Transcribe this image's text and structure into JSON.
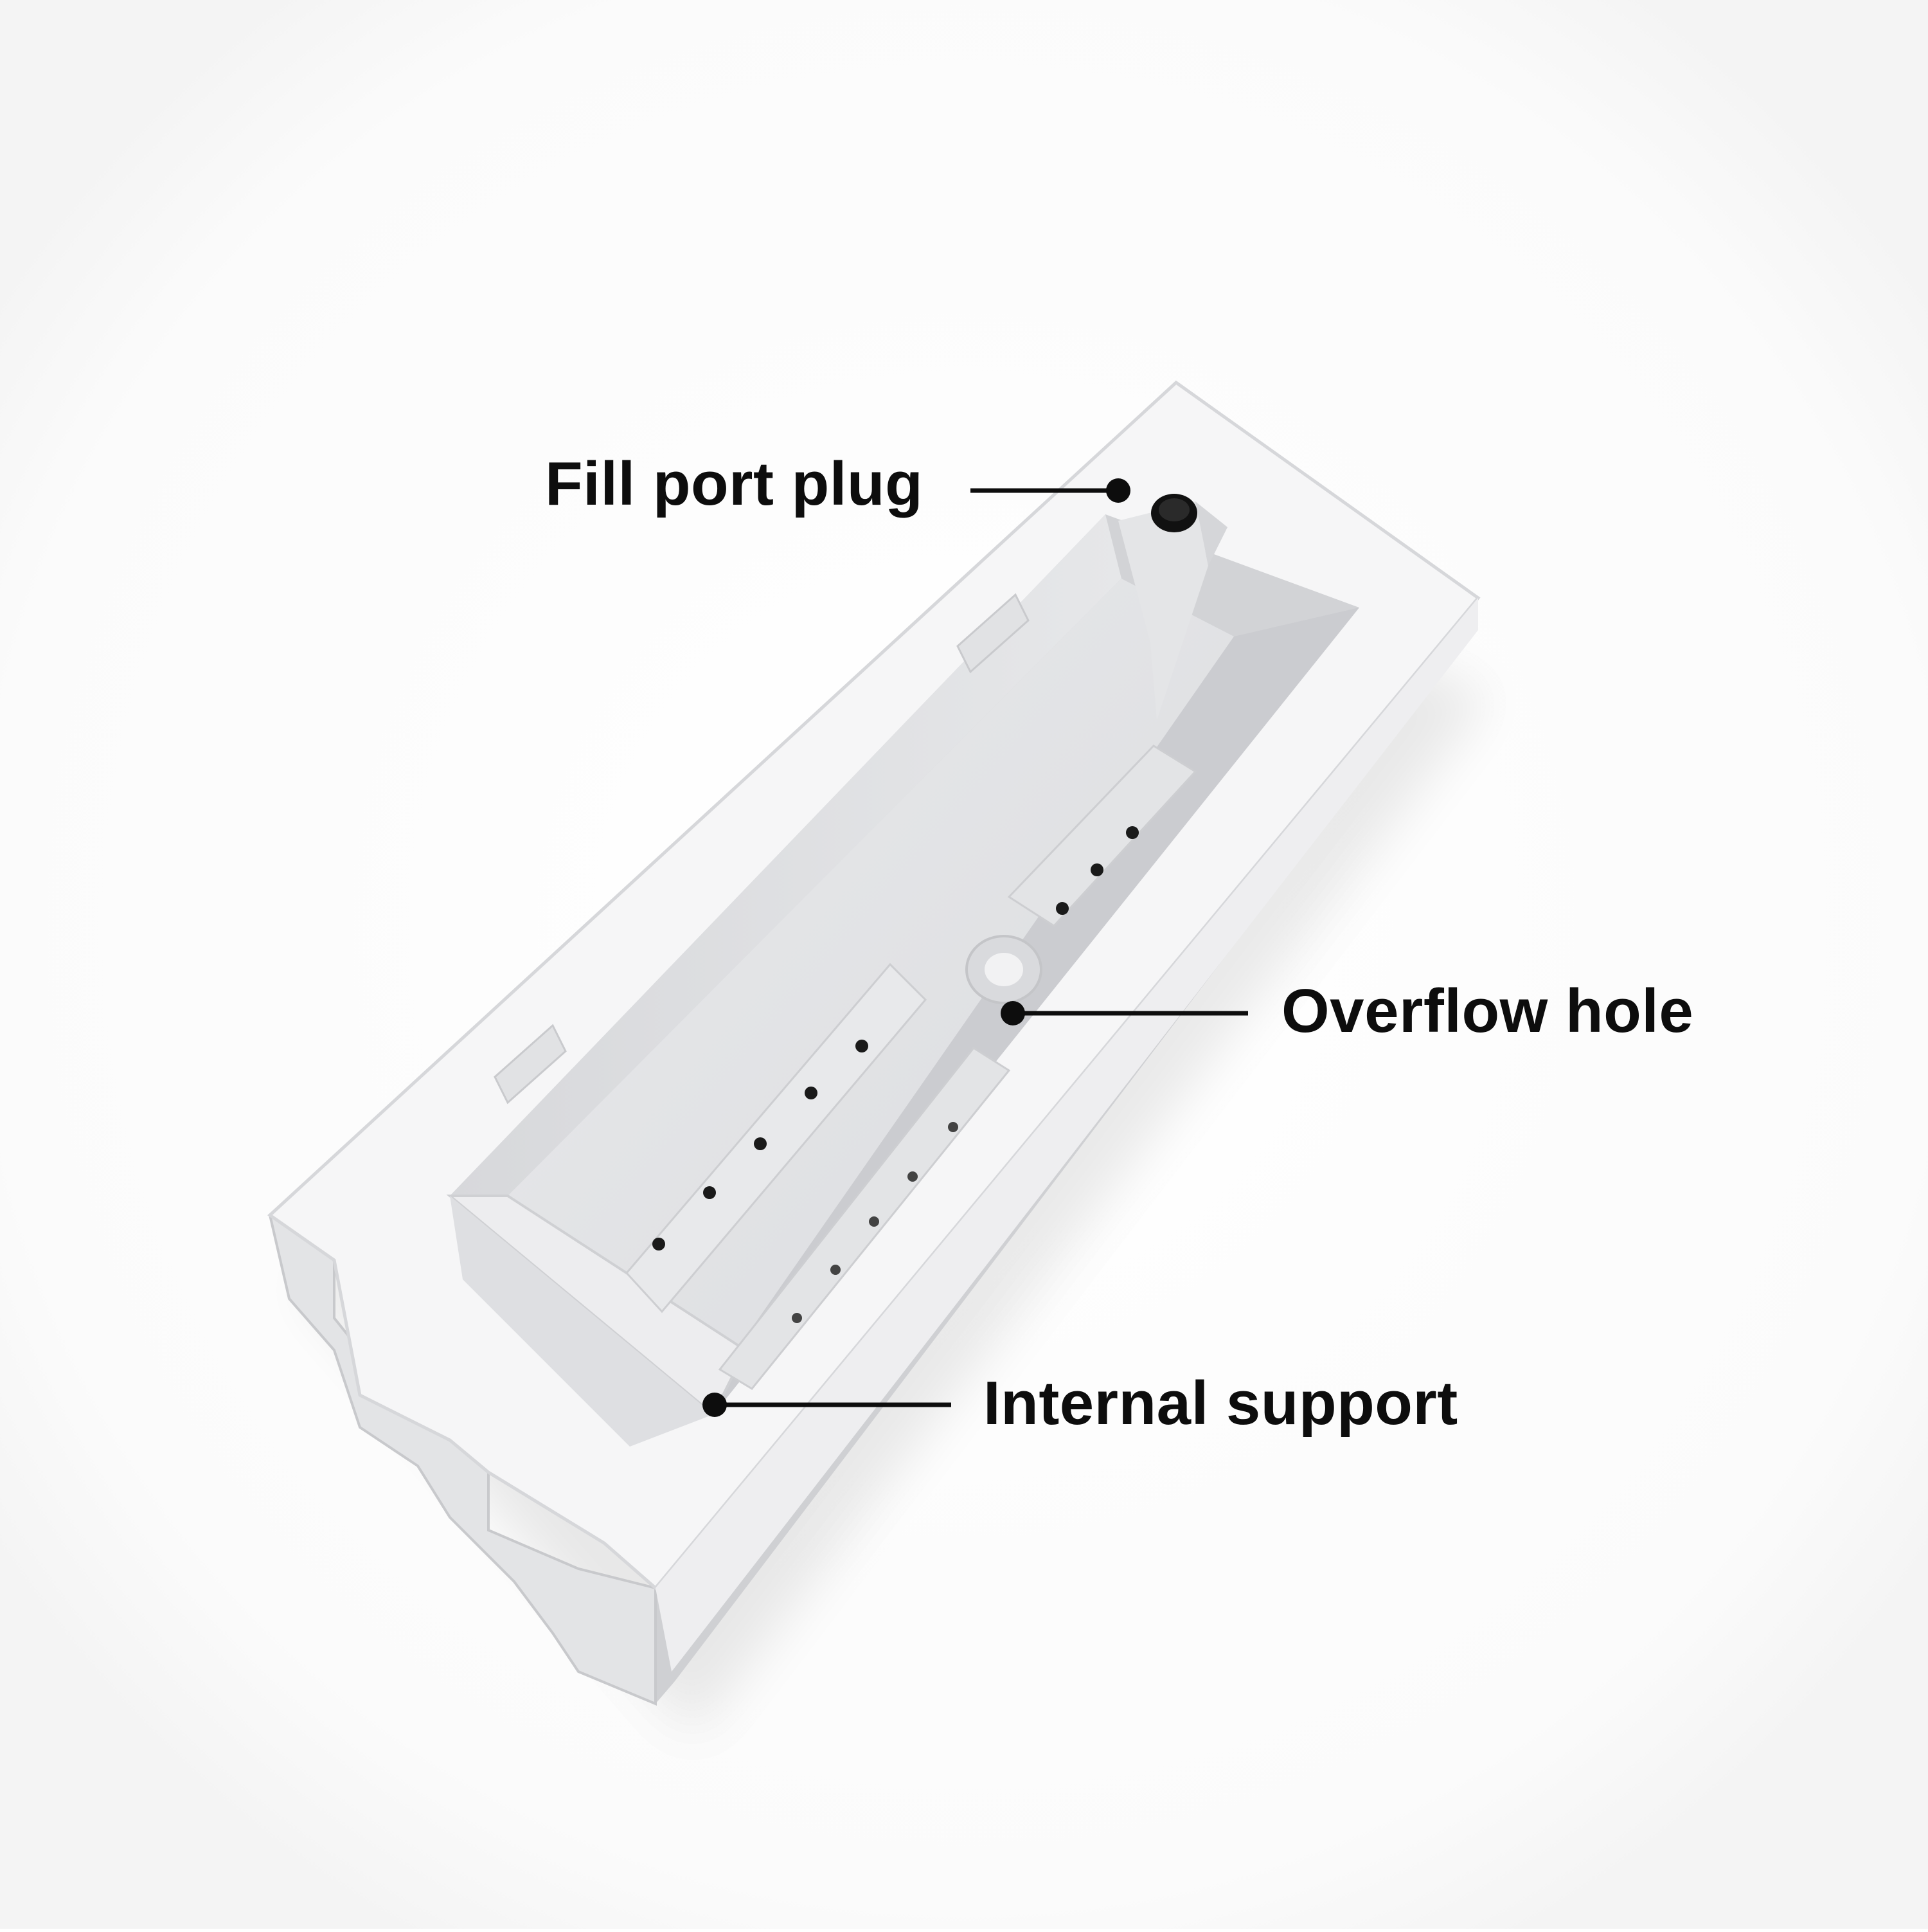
{
  "callouts": {
    "fill_port_plug": "Fill port plug",
    "overflow_hole": "Overflow hole",
    "internal_support": "Internal support"
  },
  "colors": {
    "background": "#ffffff",
    "planter_body": "#ececee",
    "planter_rim": "#f7f7f8",
    "planter_interior": "#dcdde0",
    "drain_holes": "#1a1a1a",
    "plug": "#111111",
    "callout_text": "#0d0d0d"
  }
}
